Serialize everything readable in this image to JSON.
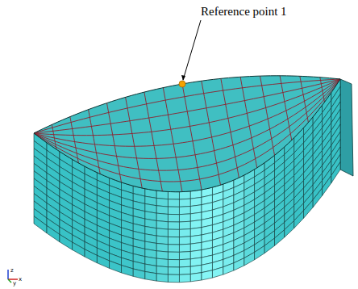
{
  "diagram": {
    "labels": [
      "Reference point 1",
      "z",
      "x",
      "y"
    ]
  }
}
